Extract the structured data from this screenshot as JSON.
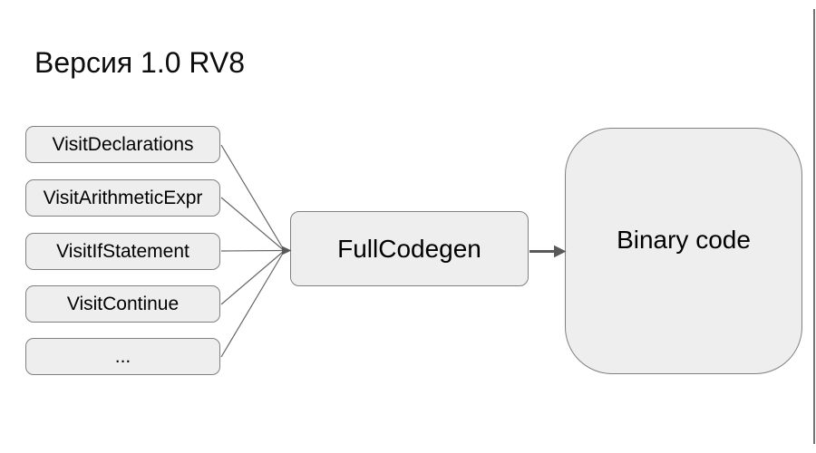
{
  "slide": {
    "title": "Версия 1.0 RV8"
  },
  "diagram": {
    "visitors": [
      {
        "label": "VisitDeclarations"
      },
      {
        "label": "VisitArithmeticExpr"
      },
      {
        "label": "VisitIfStatement"
      },
      {
        "label": "VisitContinue"
      },
      {
        "label": "..."
      }
    ],
    "codegen": {
      "label": "FullCodegen"
    },
    "output": {
      "label": "Binary code"
    }
  },
  "colors": {
    "node_fill": "#eeeeee",
    "node_border": "#808080",
    "connector": "#666666",
    "arrow": "#595959",
    "page_border": "#737373"
  }
}
